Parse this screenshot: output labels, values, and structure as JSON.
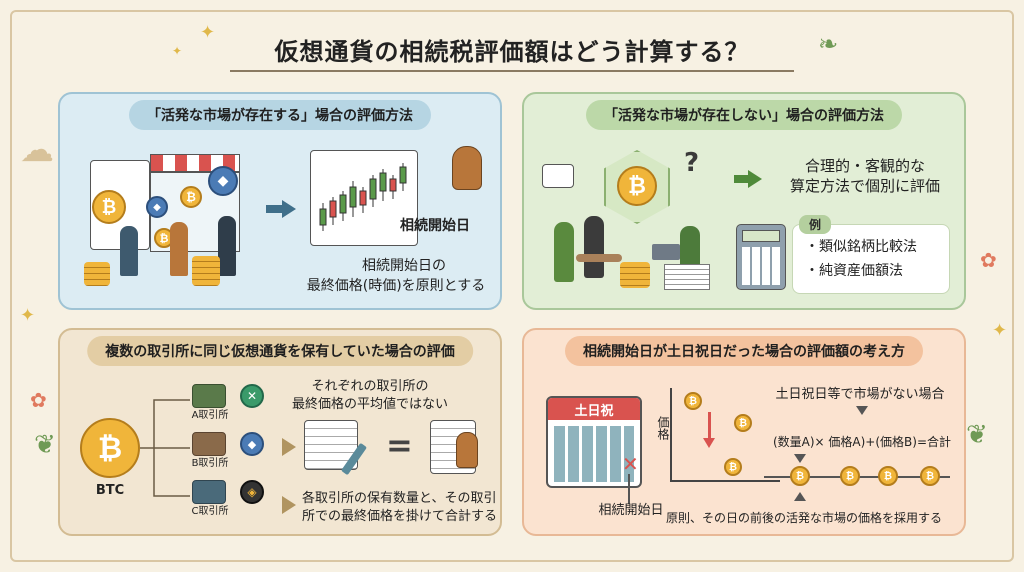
{
  "title": "仮想通貨の相続税評価額はどう計算する？",
  "panels": {
    "active_market": {
      "title": "「活発な市場が存在する」場合の評価方法",
      "stamp_label": "相続開始日",
      "description_line1": "相続開始日の",
      "description_line2": "最終価格(時価)を原則とする"
    },
    "no_active_market": {
      "title": "「活発な市場が存在しない」場合の評価方法",
      "method_line1": "合理的・客観的な",
      "method_line2": "算定方法で個別に評価",
      "example_label": "例",
      "example_items": [
        "・類似銘柄比較法",
        "・純資産価額法"
      ]
    },
    "multiple_exchanges": {
      "title": "複数の取引所に同じ仮想通貨を保有していた場合の評価",
      "coin_label": "BTC",
      "exchanges": [
        "A取引所",
        "B取引所",
        "C取引所"
      ],
      "note_top_line1": "それぞれの取引所の",
      "note_top_line2": "最終価格の平均値ではない",
      "note_bottom_line1": "各取引所の保有数量と、その取引",
      "note_bottom_line2": "所での最終価格を掛けて合計する",
      "equals_sign": "="
    },
    "weekend_holiday": {
      "title": "相続開始日が土日祝日だった場合の評価額の考え方",
      "calendar_label": "土日祝",
      "start_day_label": "相続開始日",
      "axis_label": "価格",
      "no_market_note": "土日祝日等で市場がない場合",
      "formula": "(数量A)× 価格A)+(価格B)=合計",
      "principle": "原則、その日の前後の活発な市場の価格を採用する"
    }
  },
  "colors": {
    "coin": "#f0b53a",
    "arrow_blue": "#3f6f8a",
    "arrow_green": "#4f8a3a",
    "arrow_tan": "#b09460",
    "red_mark": "#d9534f"
  }
}
